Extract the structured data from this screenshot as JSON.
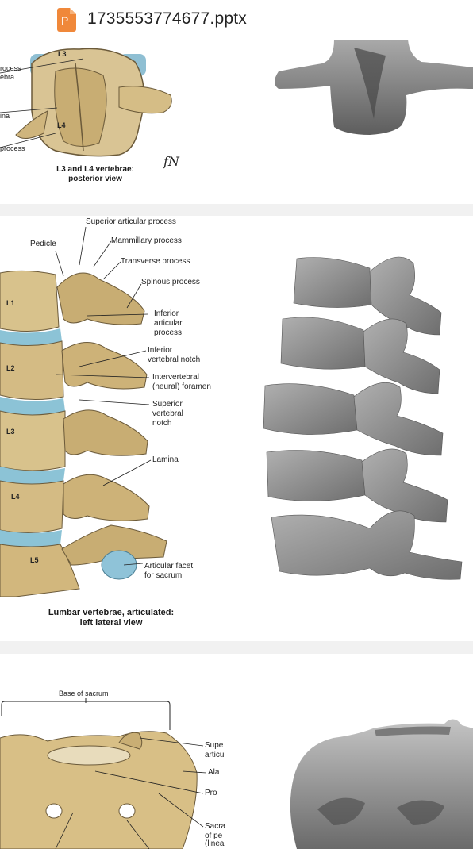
{
  "header": {
    "file_icon": "pptx-file-icon",
    "file_icon_letter": "P",
    "file_name": "1735553774677.pptx",
    "accent_color": "#f0883a"
  },
  "slide1": {
    "labels": {
      "process_top": "rocess",
      "vertebra": "ebra",
      "lamina": "ina",
      "process_bottom": "process",
      "l3": "L3",
      "l4": "L4"
    },
    "caption_line1": "L3 and L4 vertebrae:",
    "caption_line2": "posterior view",
    "signature": "fN"
  },
  "slide2": {
    "labels": {
      "superior_articular_process": "Superior articular process",
      "pedicle": "Pedicle",
      "mammillary_process": "Mammillary process",
      "transverse_process": "Transverse process",
      "spinous_process": "Spinous process",
      "inferior_articular_process_1": "Inferior",
      "inferior_articular_process_2": "articular",
      "inferior_articular_process_3": "process",
      "inferior_vertebral_notch_1": "Inferior",
      "inferior_vertebral_notch_2": "vertebral notch",
      "intervertebral_foramen_1": "Intervertebral",
      "intervertebral_foramen_2": "(neural) foramen",
      "superior_vertebral_notch_1": "Superior",
      "superior_vertebral_notch_2": "vertebral",
      "superior_vertebral_notch_3": "notch",
      "lamina": "Lamina",
      "articular_facet_1": "Articular facet",
      "articular_facet_2": "for sacrum",
      "l1": "L1",
      "l2": "L2",
      "l3": "L3",
      "l4": "L4",
      "l5": "L5"
    },
    "caption_line1": "Lumbar vertebrae, articulated:",
    "caption_line2": "left lateral view"
  },
  "slide3": {
    "labels": {
      "base_of_sacrum": "Base of sacrum",
      "superior_1": "Supe",
      "superior_2": "articu",
      "ala": "Ala",
      "promontory": "Pro",
      "sacral_1": "Sacra",
      "sacral_2": "of pe",
      "sacral_3": "(linea"
    }
  }
}
